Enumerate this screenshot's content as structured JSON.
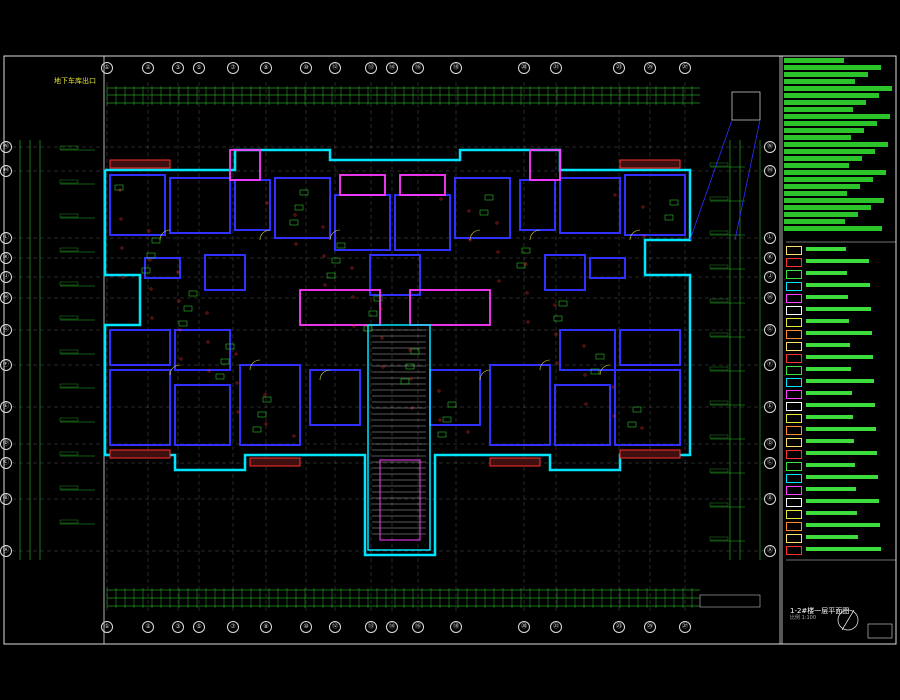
{
  "drawing": {
    "subtitle_top_left": "地下车库出口",
    "plan_title": "1-2#楼一层平面图",
    "scale_note": "比例 1:100"
  },
  "grid_columns": [
    "①",
    "②",
    "③",
    "⑤",
    "⑦",
    "⑧",
    "⑩",
    "⑫",
    "⑬",
    "⑭",
    "⑯",
    "⑱",
    "⑳",
    "㉑",
    "㉓",
    "㉕",
    "㉗"
  ],
  "grid_rows": [
    "Ⓝ",
    "Ⓜ",
    "Ⓛ",
    "Ⓚ",
    "Ⓙ",
    "Ⓗ",
    "Ⓖ",
    "Ⓕ",
    "Ⓔ",
    "Ⓓ",
    "Ⓒ",
    "Ⓑ",
    "Ⓐ"
  ],
  "colors": {
    "background": "#000000",
    "wall_cyan": "#00e5ff",
    "wall_blue": "#3030ff",
    "wall_magenta": "#ff3cff",
    "dim_green": "#33e633",
    "dim_yellow": "#e6e633",
    "frame_white": "#dddddd",
    "red": "#ff3030"
  }
}
